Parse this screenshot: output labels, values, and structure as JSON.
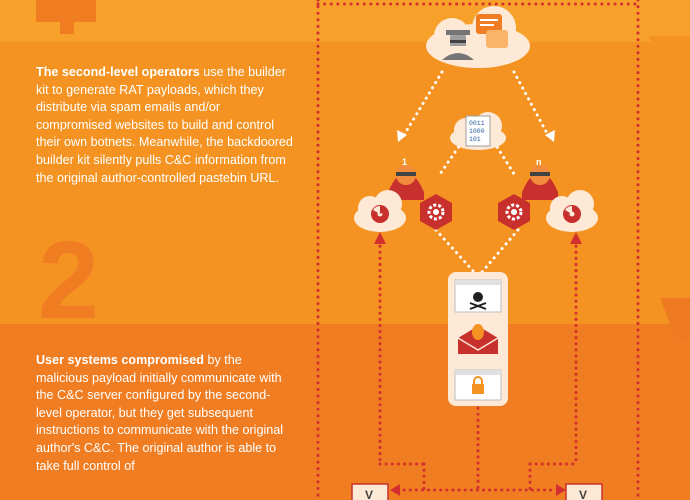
{
  "steps": [
    {
      "number": "2",
      "lead": "The second-level operators",
      "body": " use the builder kit to generate RAT payloads, which they distribute via spam emails and/or compromised websites to build and control their own botnets. Meanwhile, the backdoored builder kit silently pulls C&C information from the original author-controlled pastebin URL."
    },
    {
      "lead": "User systems compromised",
      "body": " by the malicious payload initially communicate with the C&C server configured by the second-level operator, but they get subsequent instructions to communicate with the original author's C&C. The original author is able to take full control of"
    }
  ],
  "diagram": {
    "operator_badges": [
      "1",
      "n"
    ],
    "binary_code": [
      "0011",
      "1000",
      "101"
    ],
    "victim_labels": [
      "V",
      "V"
    ]
  },
  "colors": {
    "band_top": "#f8a12a",
    "band_mid": "#f59322",
    "band_bot": "#f07d22",
    "accent_red": "#c8302e",
    "dot_red": "#d32f2f",
    "cloud": "#fde9d6"
  },
  "icons": [
    "hacker-icon",
    "chat-icon",
    "binary-doc-icon",
    "radiation-icon",
    "gear-icon",
    "skull-icon",
    "bug-envelope-icon",
    "lock-window-icon"
  ]
}
